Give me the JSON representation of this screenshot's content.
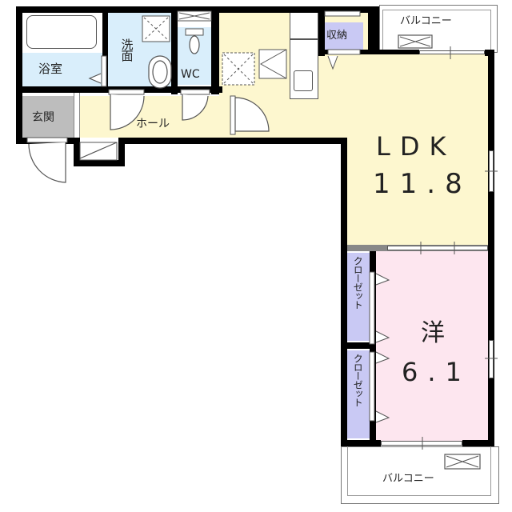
{
  "floorplan": {
    "colors": {
      "wall": "#000000",
      "wet_area": "#d9eefb",
      "living": "#fdf7cf",
      "western_room": "#fde6ef",
      "storage": "#c9c9f4",
      "entrance": "#bdbdbd",
      "balcony": "#ffffff"
    },
    "rooms": {
      "bathroom": {
        "label": "浴室"
      },
      "washroom": {
        "label": "洗面"
      },
      "toilet": {
        "label": "WC"
      },
      "entrance": {
        "label": "玄関"
      },
      "hall": {
        "label": "ホール"
      },
      "storage": {
        "label": "収納"
      },
      "ldk": {
        "label": "LDK",
        "size": "11.8"
      },
      "western": {
        "label": "洋",
        "size": "6.1"
      },
      "closet_upper": {
        "label": "クローゼット"
      },
      "closet_lower": {
        "label": "クローゼット"
      },
      "balcony_top": {
        "label": "バルコニー"
      },
      "balcony_bottom": {
        "label": "バルコニー"
      }
    }
  }
}
